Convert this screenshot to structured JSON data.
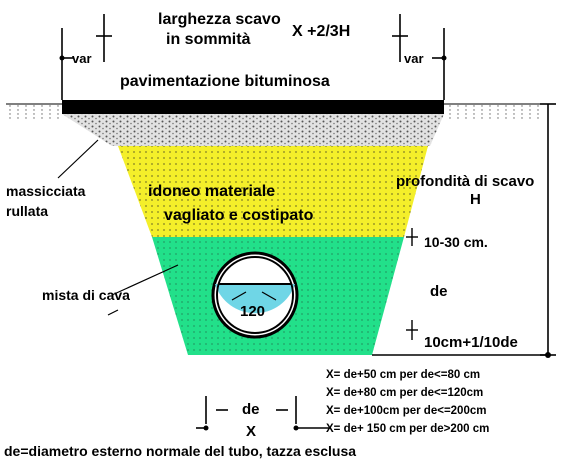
{
  "labels": {
    "top_width": [
      "larghezza scavo",
      "in sommità"
    ],
    "top_formula": "X +2/3H",
    "var_left": "var",
    "var_right": "var",
    "pavement": "pavimentazione bituminosa",
    "macadam": [
      "massicciata",
      "rullata"
    ],
    "fill_material": [
      "idoneo materiale",
      "vagliato e costipato"
    ],
    "depth": [
      "profondità di scavo",
      "H"
    ],
    "cover_range": "10-30 cm.",
    "quarry_mix": "mista di cava",
    "de_right": "de",
    "pipe_value": "120",
    "bedding": "10cm+1/10de",
    "de_bottom": "de",
    "x_bottom": "X",
    "rules": [
      "X= de+50 cm per de<=80 cm",
      "X= de+80 cm per de<=120cm",
      "X= de+100cm per de<=200cm",
      "X= de+ 150 cm per de>200 cm"
    ],
    "footnote": "de=diametro esterno normale del tubo, tazza esclusa"
  },
  "colors": {
    "pavement": "#000000",
    "gravel": "#e0e0e0",
    "fill_yellow": "#f4ef2a",
    "quarry_green": "#22e08a",
    "pipe_water": "#6fd6e6",
    "line": "#000000"
  }
}
